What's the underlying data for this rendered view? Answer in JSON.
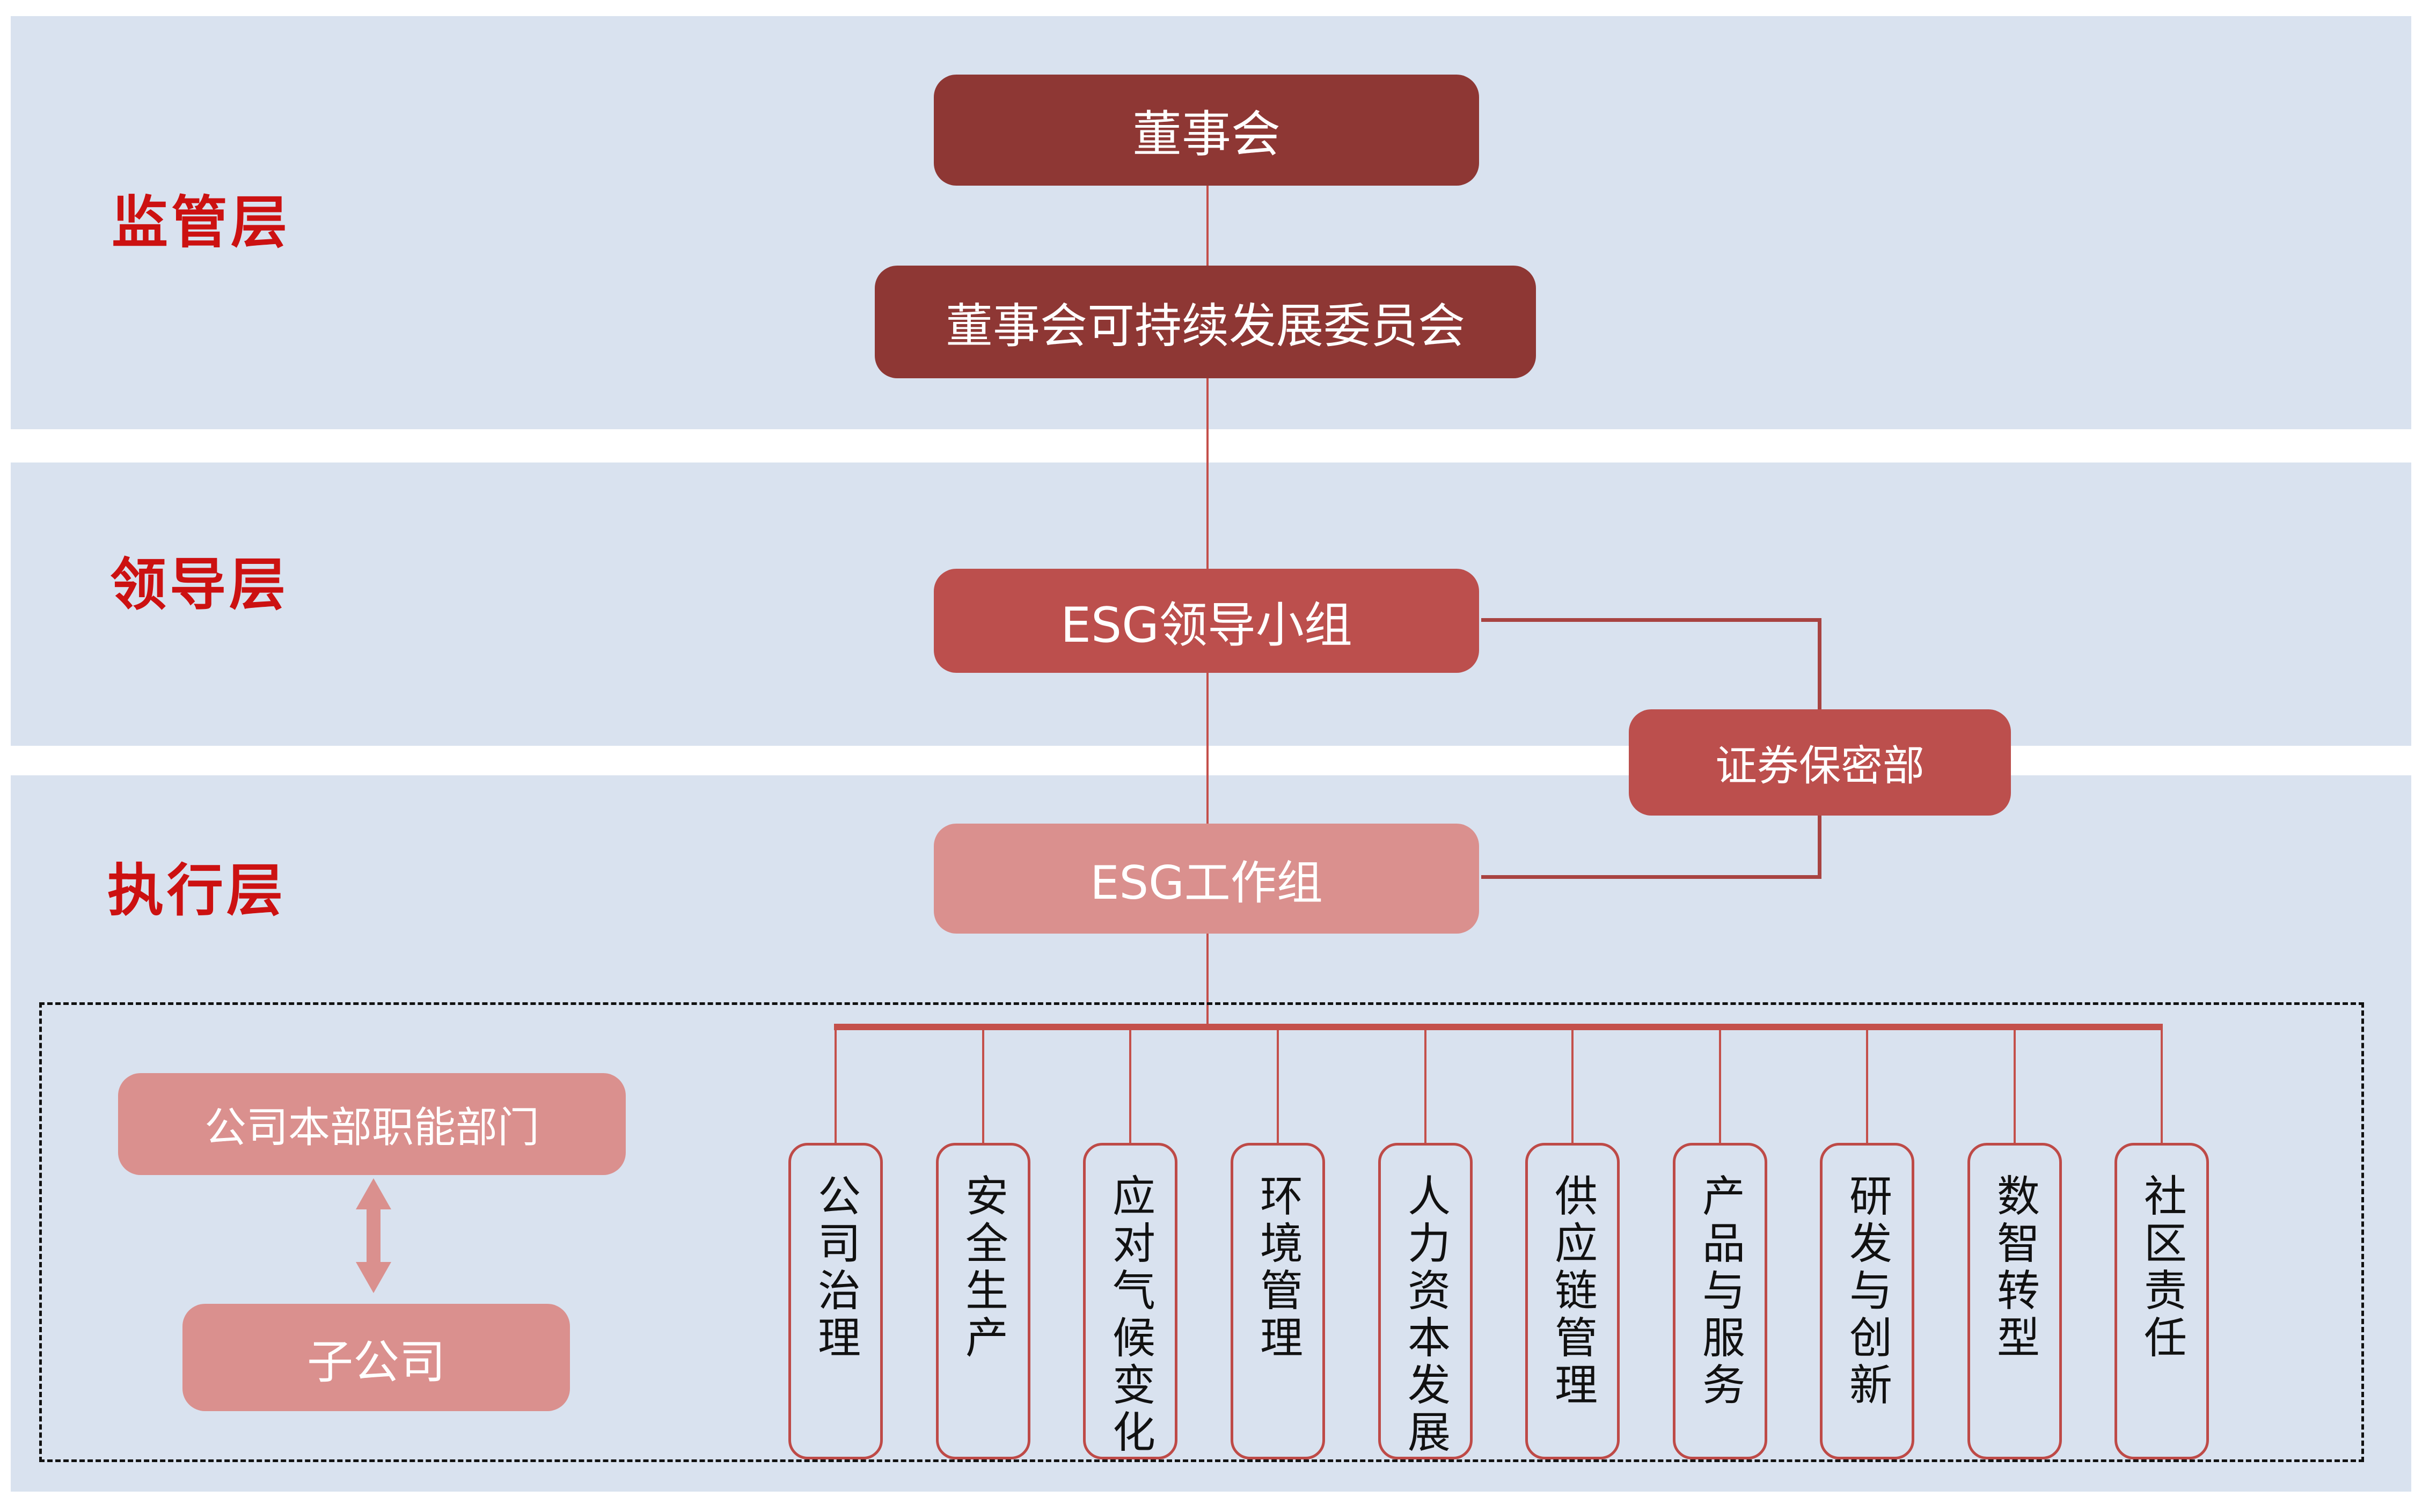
{
  "layers": [
    {
      "label": "监管层"
    },
    {
      "label": "领导层"
    },
    {
      "label": "执行层"
    }
  ],
  "nodes": {
    "board": "董事会",
    "committee": "董事会可持续发展委员会",
    "esg_leading_group": "ESG领导小组",
    "securities_dept": "证券保密部",
    "esg_working_group": "ESG工作组",
    "hq_departments": "公司本部职能部门",
    "subsidiaries": "子公司"
  },
  "focus_areas": [
    "公司治理",
    "安全生产",
    "应对气候变化",
    "环境管理",
    "人力资本发展",
    "供应链管理",
    "产品与服务",
    "研发与创新",
    "数智转型",
    "社区责任"
  ],
  "colors": {
    "band_blue": "#D9E2EF",
    "dark_red": "#8E3734",
    "medium_red": "#BC4F4D",
    "light_pink": "#DA908E",
    "label_red": "#CC1111",
    "connector_red": "#C4504B",
    "side_connector_red": "#A84341",
    "vbox_border_red": "#BE4A47",
    "dashed_border": "#111111"
  }
}
